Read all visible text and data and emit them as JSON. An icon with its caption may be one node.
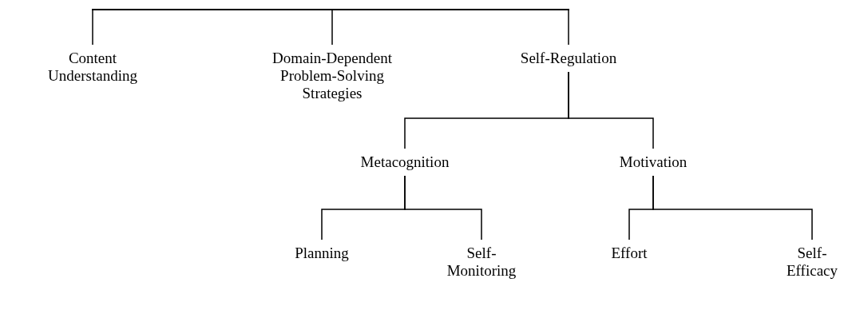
{
  "diagram": {
    "nodes": [
      {
        "text": [],
        "shape": "bar"
      },
      {
        "text": [
          "Content Understanding"
        ]
      },
      {
        "text": [
          "Domain-Dependent Problem-Solving Strategies"
        ]
      },
      {
        "text": [
          "Self-Regulation"
        ]
      },
      {
        "text": [
          "Metacognition"
        ]
      },
      {
        "text": [
          "Motivation"
        ]
      },
      {
        "text": [
          "Planning"
        ]
      },
      {
        "text": [
          "Self-Monitoring"
        ]
      },
      {
        "text": [
          "Effort"
        ]
      },
      {
        "text": [
          "Self-Efficacy"
        ]
      }
    ],
    "edges": [
      {
        "from": 0,
        "to": 1,
        "arrow": "none"
      },
      {
        "from": 0,
        "to": 2,
        "arrow": "none"
      },
      {
        "from": 0,
        "to": 3,
        "arrow": "none"
      },
      {
        "from": 3,
        "to": 4,
        "arrow": "none"
      },
      {
        "from": 3,
        "to": 5,
        "arrow": "none"
      },
      {
        "from": 4,
        "to": 6,
        "arrow": "none"
      },
      {
        "from": 4,
        "to": 7,
        "arrow": "none"
      },
      {
        "from": 5,
        "to": 8,
        "arrow": "none"
      },
      {
        "from": 5,
        "to": 9,
        "arrow": "none"
      }
    ]
  }
}
